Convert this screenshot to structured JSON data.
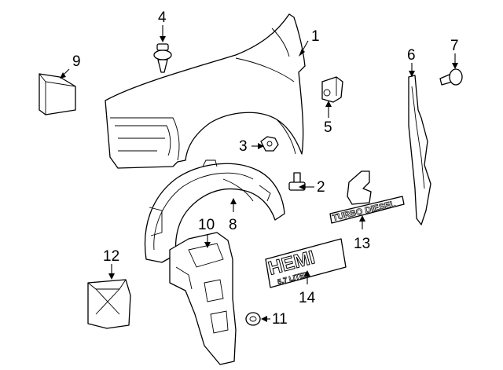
{
  "callouts": {
    "c1": "1",
    "c2": "2",
    "c3": "3",
    "c4": "4",
    "c5": "5",
    "c6": "6",
    "c7": "7",
    "c8": "8",
    "c9": "9",
    "c10": "10",
    "c11": "11",
    "c12": "12",
    "c13": "13",
    "c14": "14"
  },
  "emblems": {
    "hemi": "HEMI",
    "liter": "5.7 LITER",
    "turbo": "TURBO DIESEL"
  }
}
